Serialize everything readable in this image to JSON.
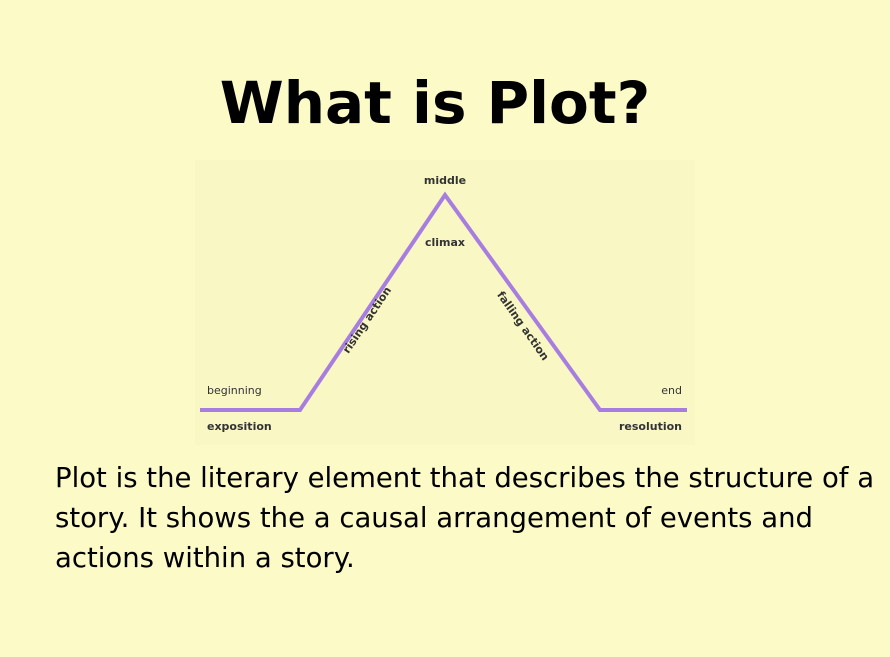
{
  "slide": {
    "title": "What is Plot?",
    "description": "Plot is the literary element that describes the structure of a story. It shows the a causal arrangement of events and actions within a story."
  },
  "diagram": {
    "labels": {
      "middle": "middle",
      "climax": "climax",
      "rising_action": "rising action",
      "falling_action": "falling action",
      "beginning": "beginning",
      "exposition": "exposition",
      "end": "end",
      "resolution": "resolution"
    },
    "line_color": "#a77ee0"
  }
}
